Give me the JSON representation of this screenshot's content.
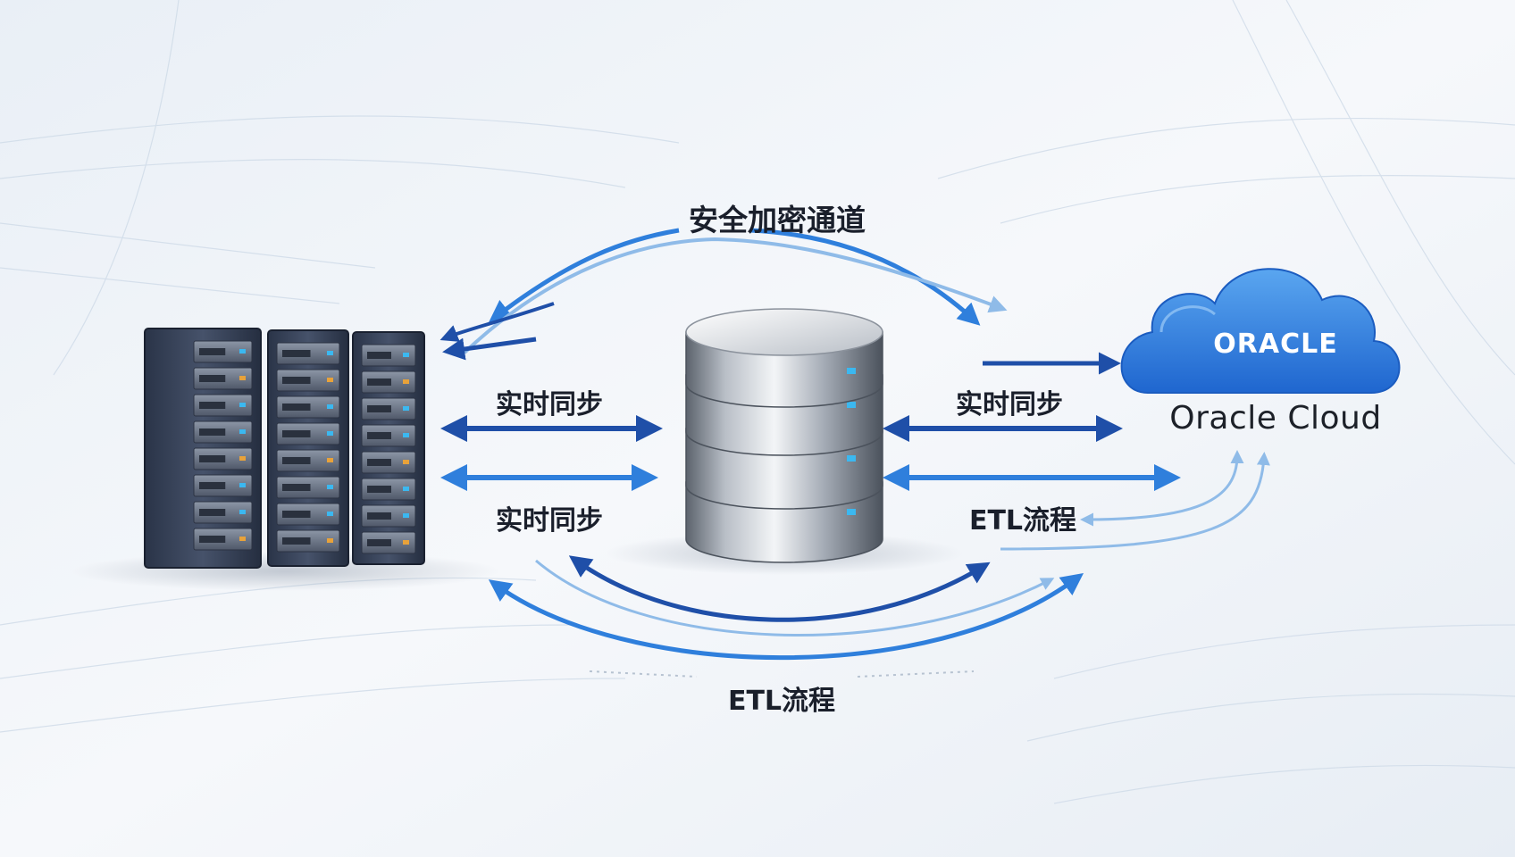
{
  "labels": {
    "top_channel": "安全加密通道",
    "left_sync_1": "实时同步",
    "left_sync_2": "实时同步",
    "right_sync": "实时同步",
    "right_etl": "ETL流程",
    "bottom_etl": "ETL流程"
  },
  "cloud": {
    "logo_text": "ORACLE",
    "caption": "Oracle Cloud"
  },
  "colors": {
    "arrow_dark": "#1f4fa8",
    "arrow_mid": "#2f7fdc",
    "arrow_light": "#8fbbe8",
    "cloud_blue": "#2e7de0",
    "background": "#eef3f8"
  },
  "icons": [
    "server-rack-icon",
    "database-icon",
    "cloud-icon"
  ]
}
